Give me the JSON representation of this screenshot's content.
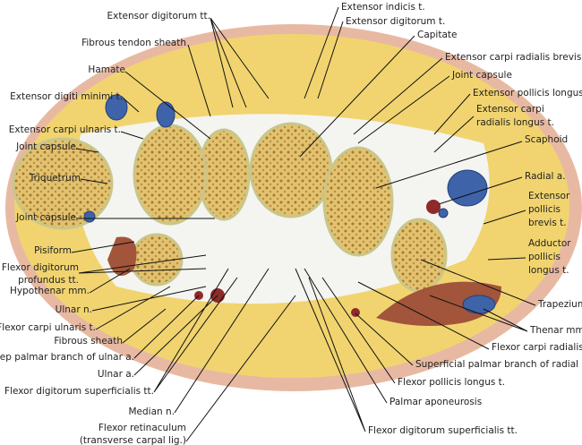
{
  "colors": {
    "skin": "#e8b9a2",
    "fat": "#f1d46f",
    "bone": "#d9b65e",
    "tendon": "#f4f4f0",
    "vein": "#3f63a8",
    "muscle": "#a2553a",
    "artery": "#8e2a2a"
  },
  "left_labels": [
    "Extensor digitorum tt.",
    "Fibrous tendon sheath",
    "Hamate",
    "Extensor digiti minimi t.",
    "Extensor carpi ulnaris t.",
    "Joint capsule",
    "Triquetrum",
    "Joint capsule",
    "Pisiform",
    "Flexor digitorum",
    "profundus tt.",
    "Hypothenar mm.",
    "Ulnar n.",
    "Flexor carpi ulnaris t.",
    "Fibrous sheath",
    "Deep palmar branch of ulnar a.",
    "Ulnar a.",
    "Flexor digitorum superficialis tt.",
    "Median n.",
    "Flexor retinaculum",
    "(transverse carpal lig.)"
  ],
  "right_labels": [
    "Extensor indicis t.",
    "Extensor digitorum t.",
    "Capitate",
    "Extensor carpi radialis brevis t.",
    "Joint capsule",
    "Extensor pollicis longus t.",
    "Extensor carpi",
    "radialis longus t.",
    "Scaphoid",
    "Radial a.",
    "Extensor",
    "pollicis",
    "brevis t.",
    "Adductor",
    "pollicis",
    "longus t.",
    "Trapezium",
    "Thenar mm.",
    "Flexor carpi radialis t.",
    "Superficial palmar branch of radial a.",
    "Flexor pollicis longus t.",
    "Palmar aponeurosis",
    "Flexor digitorum superficialis tt."
  ]
}
